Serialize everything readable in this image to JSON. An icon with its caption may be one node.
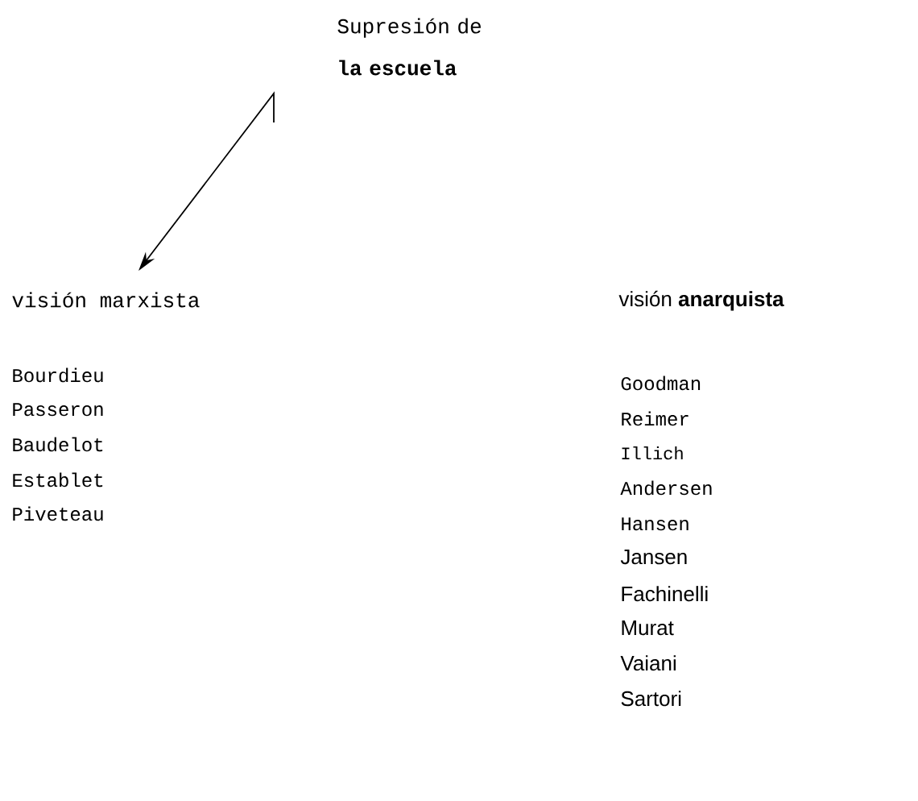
{
  "diagram": {
    "nodes": [
      {
        "text": [
          "Supresión de **la escuela**"
        ]
      },
      {
        "text": [
          "visión marxista"
        ]
      }
    ],
    "edges": [
      {
        "from": 0,
        "to": 1,
        "arrow": "to"
      }
    ],
    "labels": [
      "visión **anarquista**",
      "Bourdieu",
      "Passeron",
      "Baudelot",
      "Establet",
      "Piveteau",
      "Goodman",
      "Reimer",
      "Illich",
      "Andersen",
      "Hansen",
      "Jansen",
      "Fachinelli",
      "Murat",
      "Vaiani",
      "Sartori"
    ]
  }
}
